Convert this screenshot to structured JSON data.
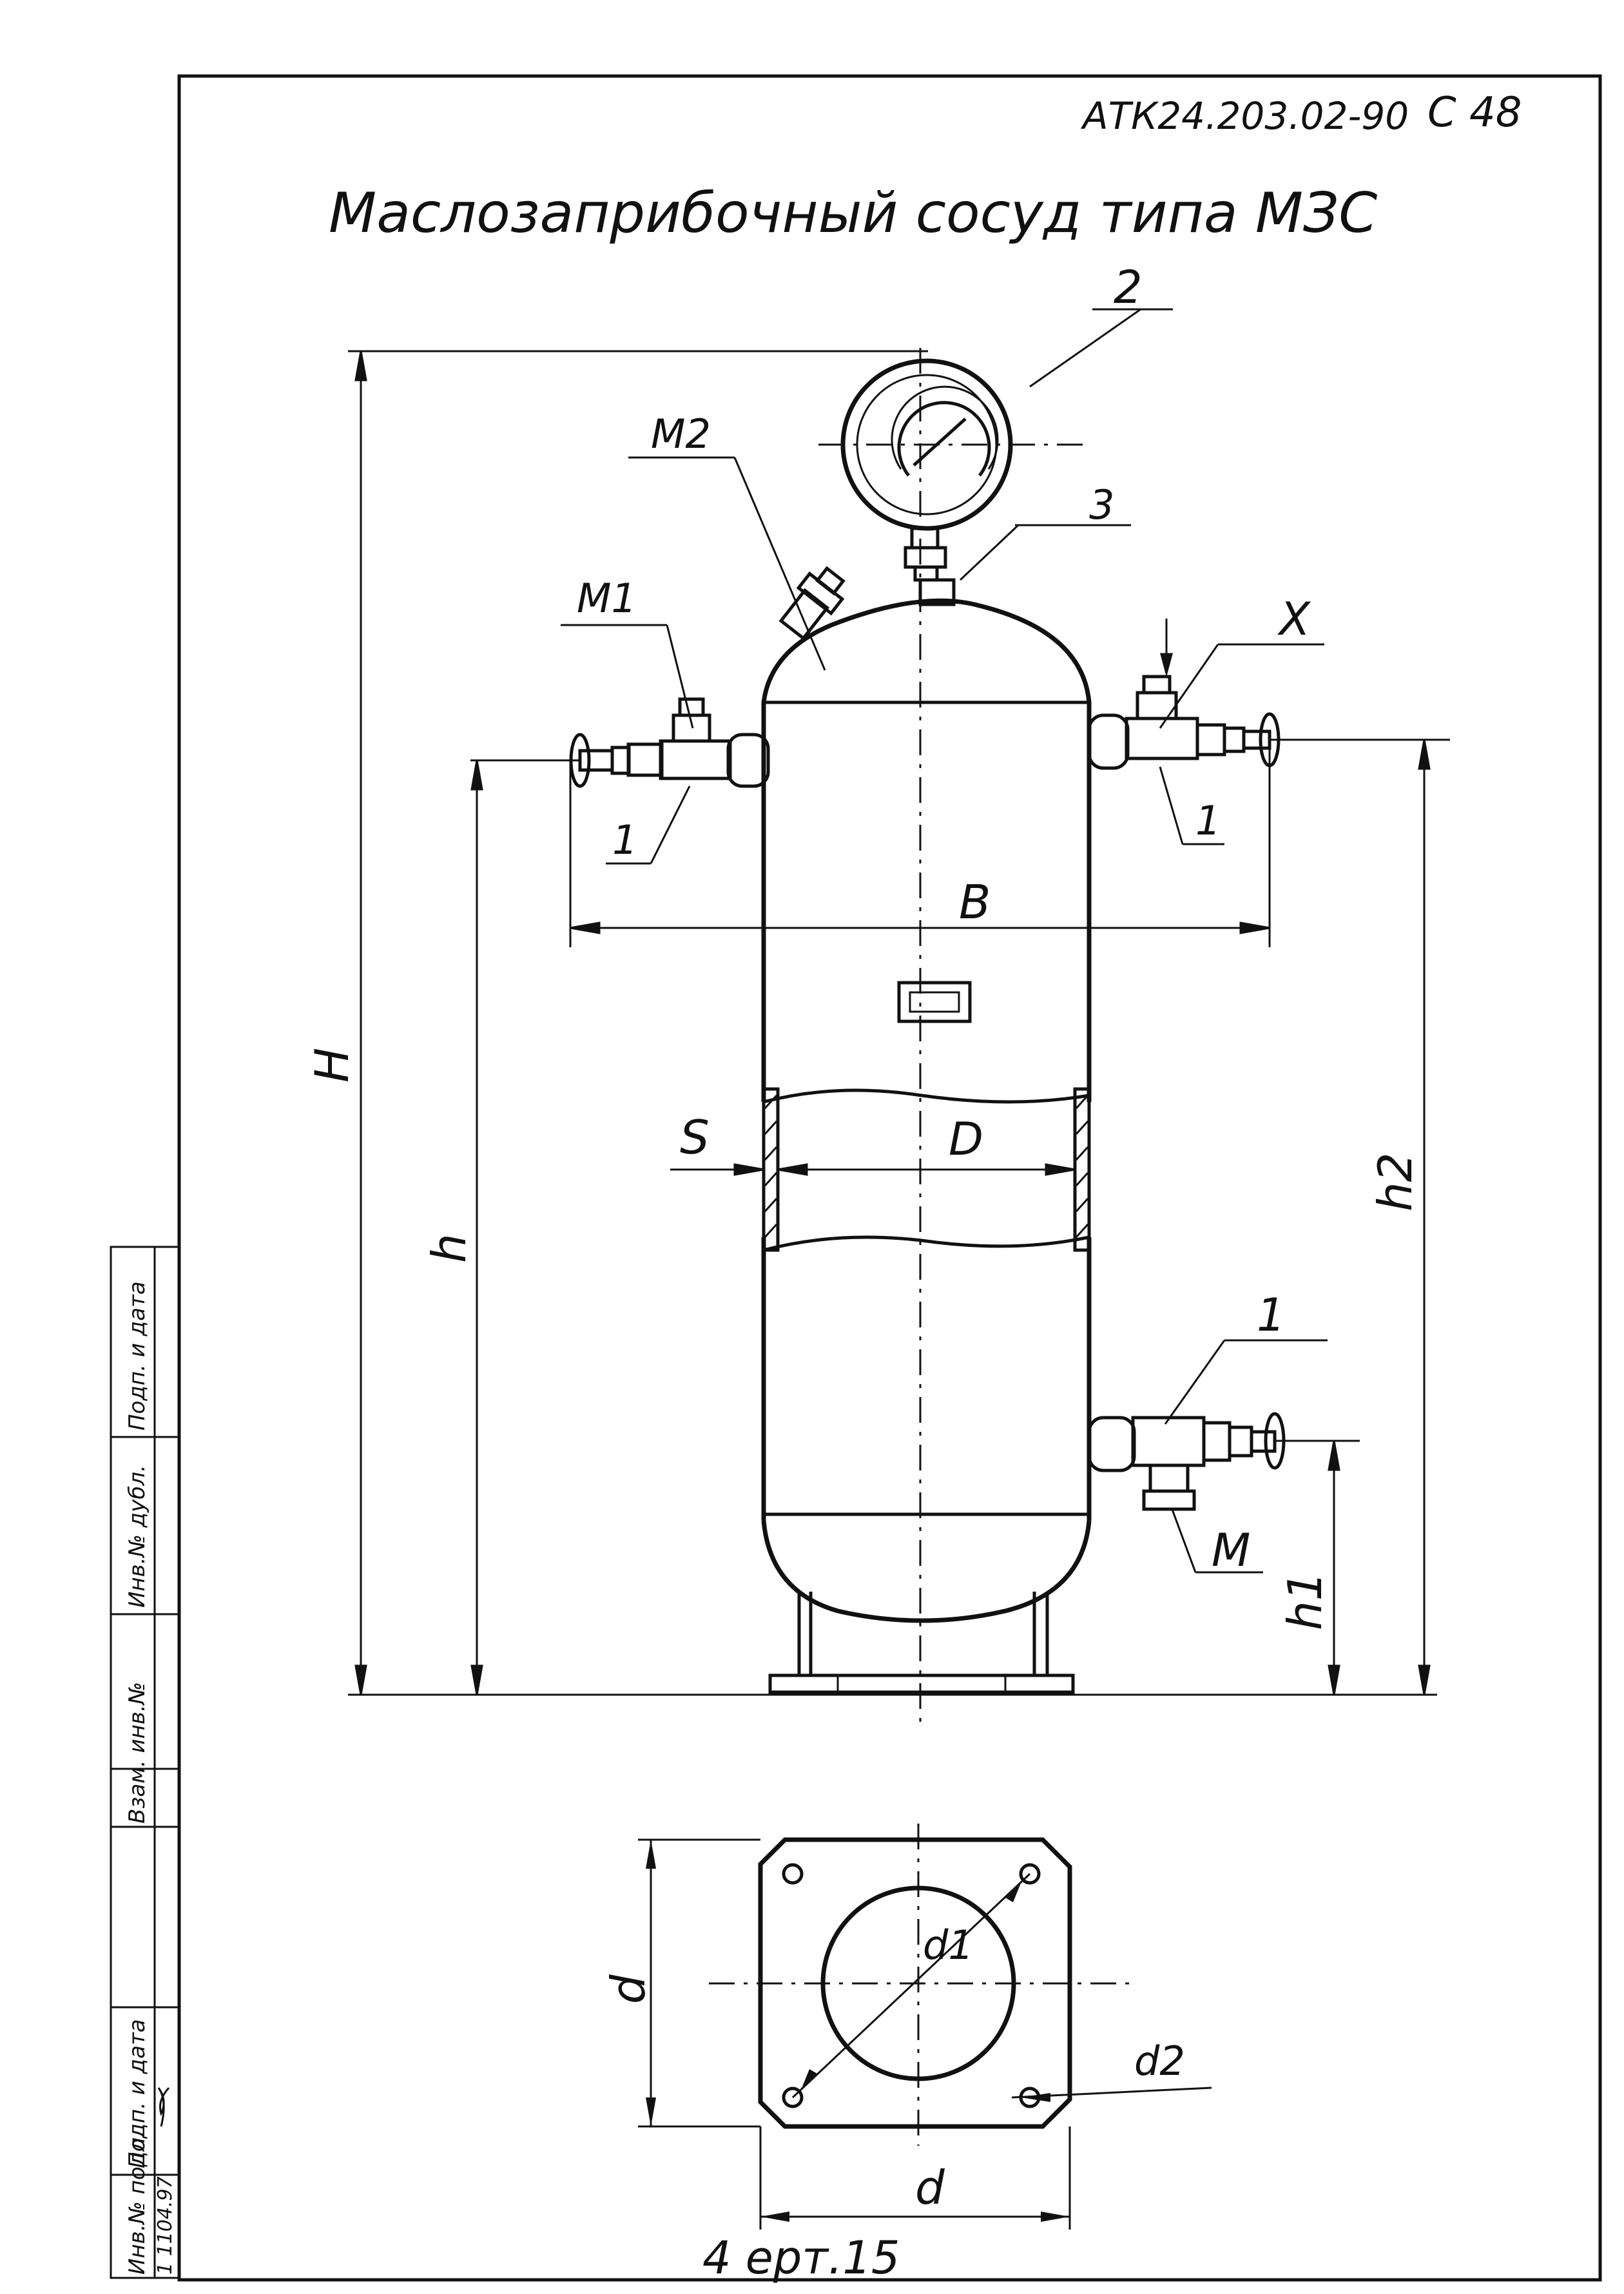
{
  "document": {
    "code": "АТК24.203.02-90",
    "sheet": "С 48",
    "title": "Маслозаприбочный сосуд типа МЗС",
    "footer": "4 ерт.15"
  },
  "callouts": {
    "gauge": "2",
    "gauge_neck": "3",
    "valve_top": "M2",
    "valve_left_top": "M1",
    "valve_right_top": "X",
    "cock_left": "1",
    "cock_right": "1",
    "cock_bottom": "1",
    "valve_bottom": "M"
  },
  "dimensions": {
    "total_height": "H",
    "height_left": "h",
    "height_right": "h2",
    "height_bottom": "h1",
    "width": "B",
    "wall": "S",
    "diameter": "D",
    "base_side_vertical": "d",
    "base_side_horizontal": "d",
    "base_hole_circle": "d1",
    "base_bolt_hole": "d2"
  },
  "stamp": {
    "fields": [
      "Инв.№ подл.",
      "Подп. и дата",
      "Взам. инв.№",
      "Инв.№ дубл.",
      "Подп. и дата"
    ],
    "values": [
      "1 1104.97",
      "",
      "",
      "",
      ""
    ]
  }
}
